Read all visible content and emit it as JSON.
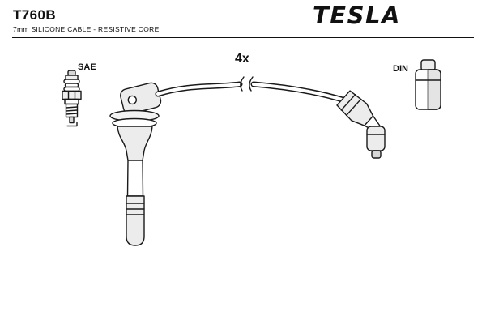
{
  "header": {
    "part_number": "T760B",
    "subtitle": "7mm SILICONE CABLE - RESISTIVE CORE",
    "brand": "TESLA"
  },
  "diagram": {
    "quantity_label": "4x",
    "left_standard_label": "SAE",
    "right_standard_label": "DIN"
  },
  "colors": {
    "ink": "#1a1a1a",
    "paper": "#ffffff",
    "shade_light": "#ececec",
    "shade_dark": "#d7d7d7"
  }
}
